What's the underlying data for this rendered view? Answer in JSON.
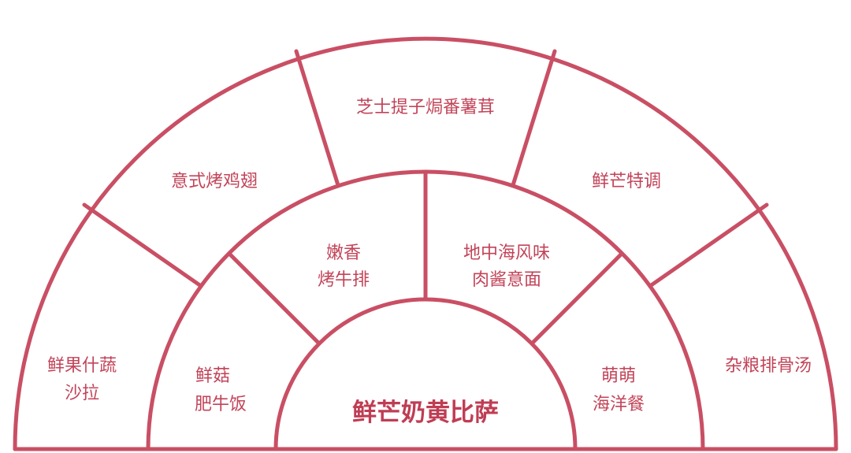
{
  "center": {
    "label": "鲜芒奶黄比萨"
  },
  "inner_ring": [
    {
      "lines": [
        "鲜菇",
        "肥牛饭"
      ]
    },
    {
      "lines": [
        "嫩香",
        "烤牛排"
      ]
    },
    {
      "lines": [
        "地中海风味",
        "肉酱意面"
      ]
    },
    {
      "lines": [
        "萌萌",
        "海洋餐"
      ]
    }
  ],
  "outer_ring": [
    {
      "lines": [
        "鲜果什蔬",
        "沙拉"
      ]
    },
    {
      "lines": [
        "意式烤鸡翅"
      ]
    },
    {
      "lines": [
        "芝士提子焗番薯茸"
      ]
    },
    {
      "lines": [
        "鲜芒特调"
      ]
    },
    {
      "lines": [
        "杂粮排骨汤"
      ]
    }
  ],
  "colors": {
    "line": "#c94f64",
    "text": "#c24459",
    "background": "#ffffff"
  }
}
